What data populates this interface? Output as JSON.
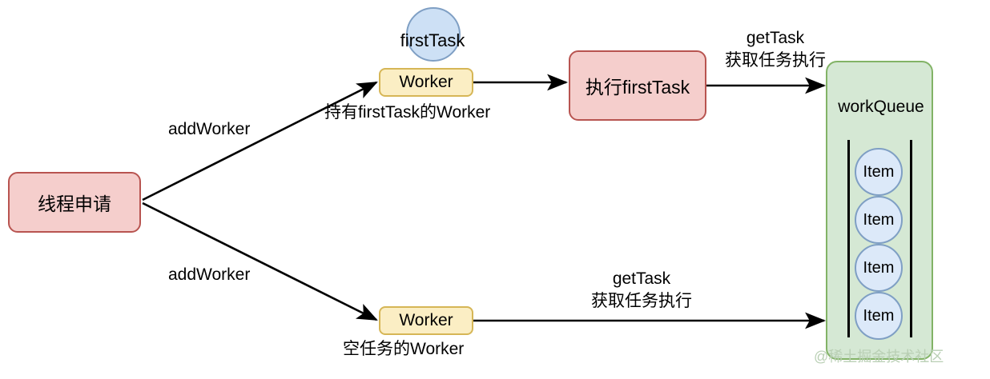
{
  "diagram": {
    "title": "Thread pool worker / workQueue flow",
    "colors": {
      "red_fill": "#f5cecc",
      "red_stroke": "#b85450",
      "yellow_fill": "#fbeec4",
      "yellow_stroke": "#d6b656",
      "green_fill": "#d5e8d4",
      "green_stroke": "#82b366",
      "blue_fill": "#cde0f5",
      "blue_stroke": "#7f9fc4",
      "edge": "#000000",
      "watermark": "#b9cfb4"
    },
    "nodes": {
      "thread_request": "线程申请",
      "worker_top": "Worker",
      "worker_bottom": "Worker",
      "first_task_circle": "firstTask",
      "exec_first_task": "执行firstTask",
      "work_queue": "workQueue"
    },
    "queue_items": [
      {
        "label": "Item"
      },
      {
        "label": "Item"
      },
      {
        "label": "Item"
      },
      {
        "label": "Item"
      }
    ],
    "edge_labels": {
      "add_worker_top": "addWorker",
      "add_worker_bottom": "addWorker",
      "hold_first_task": "持有firstTask的Worker",
      "empty_worker": "空任务的Worker",
      "get_task_top_line1": "getTask",
      "get_task_top_line2": "获取任务执行",
      "get_task_bottom_line1": "getTask",
      "get_task_bottom_line2": "获取任务执行"
    },
    "watermark": "@稀土掘金技术社区"
  }
}
